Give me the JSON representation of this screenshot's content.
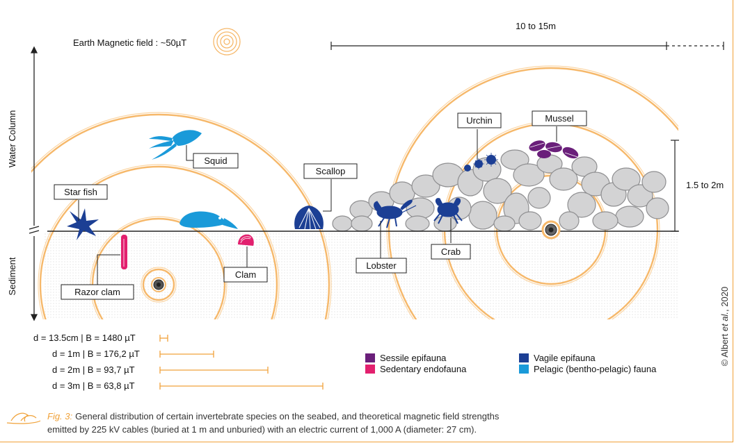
{
  "earth_field": "Earth Magnetic field : ~50µT",
  "span_label": "10 to 15m",
  "height_label": "1.5 to 2m",
  "axis": {
    "water": "Water Column",
    "sediment": "Sediment"
  },
  "species": {
    "squid": "Squid",
    "starfish": "Star fish",
    "scallop": "Scallop",
    "urchin": "Urchin",
    "mussel": "Mussel",
    "clam": "Clam",
    "lobster": "Lobster",
    "crab": "Crab",
    "razor": "Razor clam"
  },
  "distances": [
    {
      "label": "d = 13.5cm | B = 1480 µT"
    },
    {
      "label": "d = 1m | B = 176,2 µT"
    },
    {
      "label": "d = 2m | B = 93,7 µT"
    },
    {
      "label": "d = 3m | B = 63,8 µT"
    }
  ],
  "legend": [
    {
      "label": "Sessile epifauna",
      "color": "#6a1f7a"
    },
    {
      "label": "Sedentary endofauna",
      "color": "#e2206e"
    },
    {
      "label": "Vagile epifauna",
      "color": "#1c3f94"
    },
    {
      "label": "Pelagic (bentho-pelagic) fauna",
      "color": "#1a9ad9"
    }
  ],
  "credit": {
    "prefix": "© Albert ",
    "italic": "et al.",
    "suffix": ", 2020"
  },
  "caption": {
    "fig": "Fig. 3:",
    "line1": "General distribution of certain invertebrate species on the seabed, and theoretical magnetic field strengths",
    "line2": "emitted by 225 kV cables (buried at 1 m and unburied) with an electric current of 1,000 A (diameter: 27 cm)."
  }
}
